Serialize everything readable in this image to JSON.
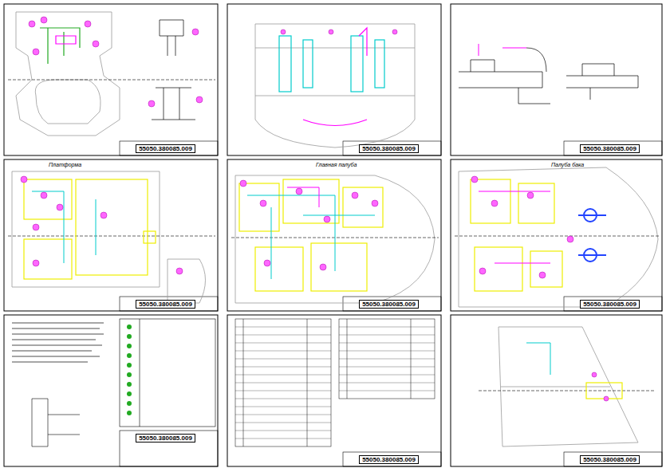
{
  "diagram": {
    "nodes": [
      {
        "text": [
          "55050.380085.009"
        ]
      },
      {
        "text": [
          "55050.380085.009"
        ]
      },
      {
        "text": [
          "55050.380085.009"
        ]
      },
      {
        "text": [
          "55050.380085.009"
        ]
      },
      {
        "text": [
          "55050.380085.009"
        ]
      },
      {
        "text": [
          "55050.380085.009"
        ]
      },
      {
        "text": [
          "55050.380085.009"
        ]
      },
      {
        "text": [
          "55050.380085.009"
        ]
      },
      {
        "text": [
          "55050.380085.009"
        ]
      }
    ],
    "labels": [
      "Платформа",
      "Главная палуба",
      "Палуба бака"
    ]
  }
}
